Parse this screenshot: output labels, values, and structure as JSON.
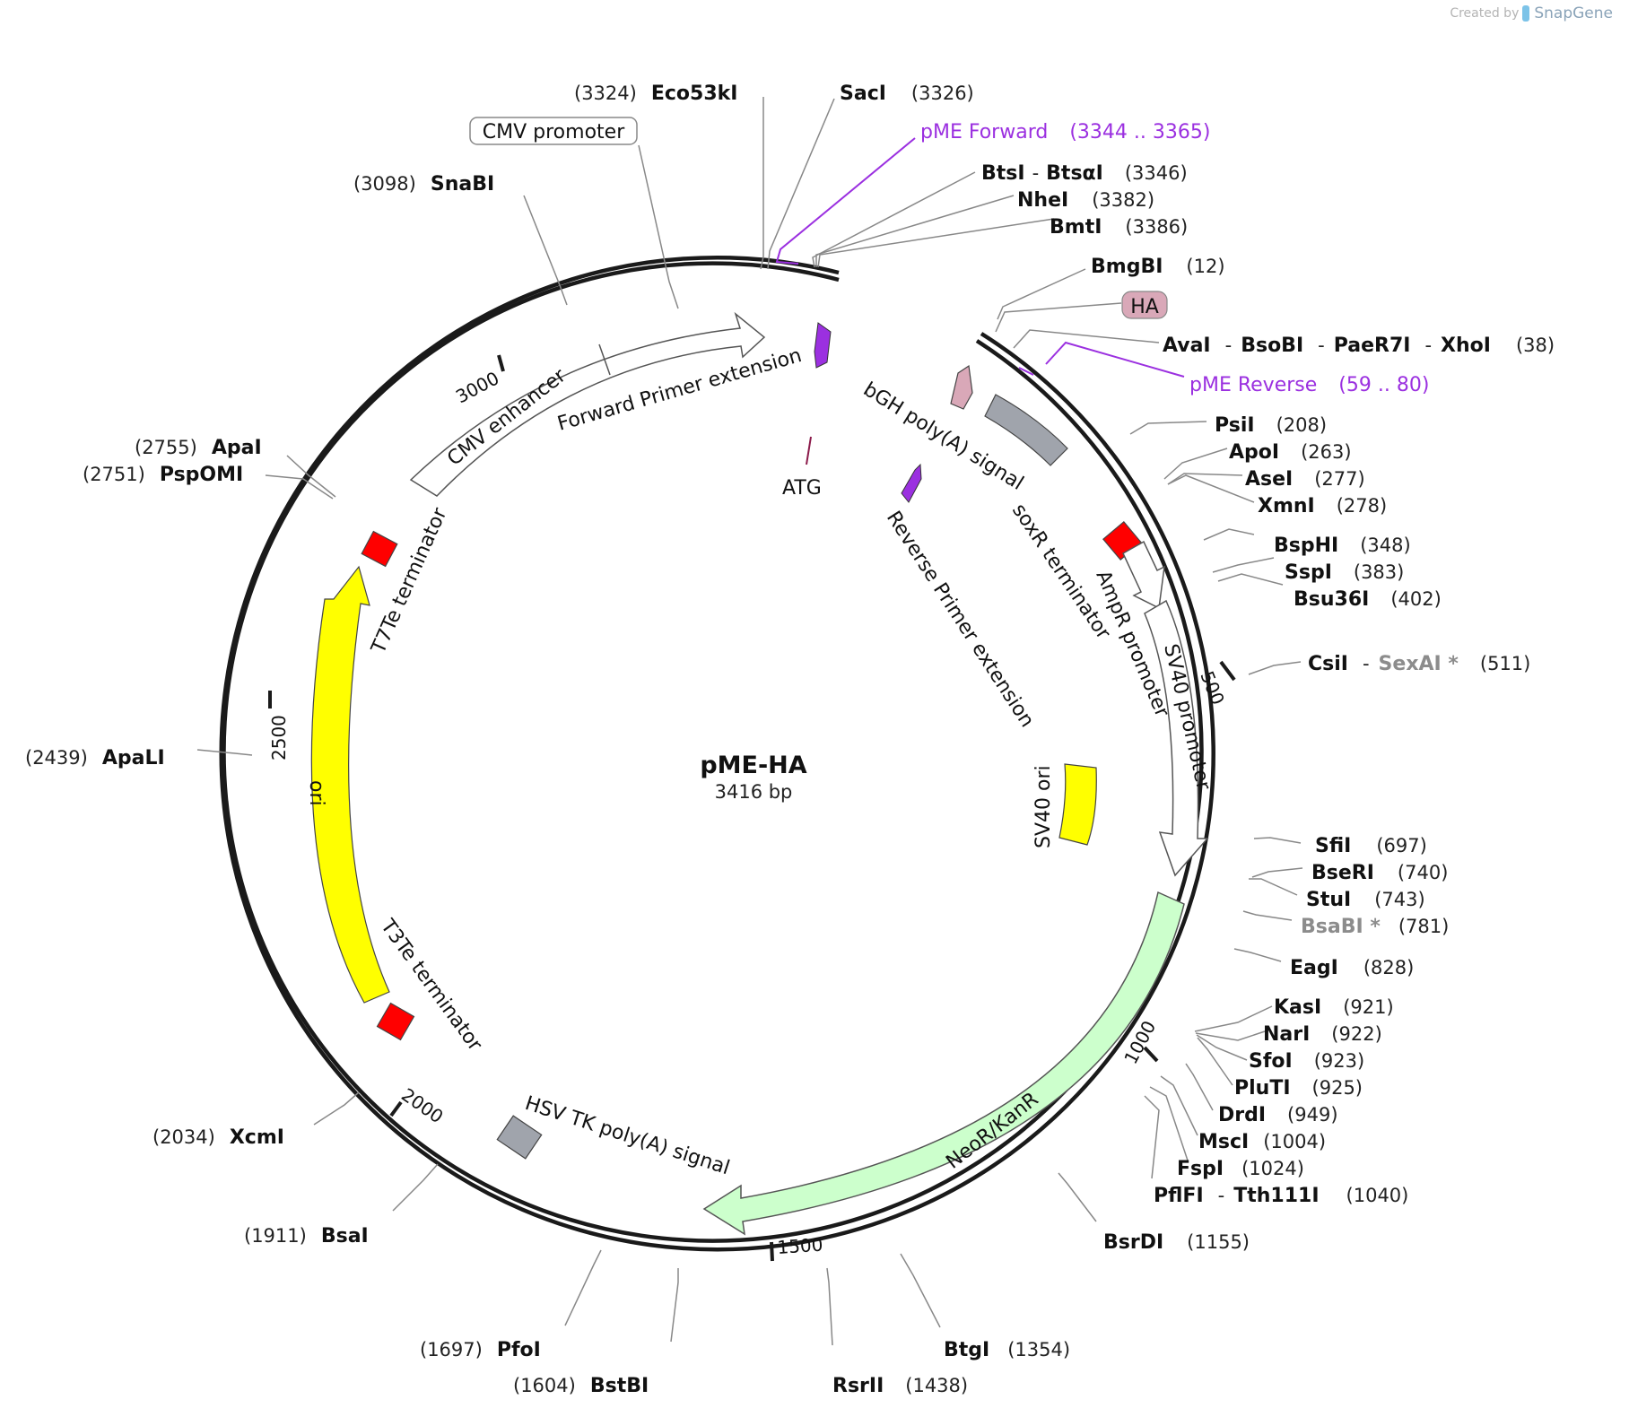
{
  "watermark": {
    "created_by": "Created by",
    "brand": "SnapGene"
  },
  "plasmid": {
    "name": "pME-HA",
    "length_label": "3416 bp",
    "length": 3416
  },
  "colors": {
    "primer": "#9b30e0",
    "ori": "#ffff00",
    "terminator": "#ff0000",
    "polyA": "#a0a4ac",
    "neo": "#ccffcc",
    "ha": "#d9a8b8"
  },
  "ticks": [
    "500",
    "1000",
    "1500",
    "2000",
    "2500",
    "3000"
  ],
  "features": {
    "cmv_enhancer": "CMV enhancer",
    "forward_primer_ext": "Forward Primer extension",
    "reverse_primer_ext": "Reverse Primer extension",
    "bgh": "bGH poly(A) signal",
    "soxr": "soxR terminator",
    "ampr": "AmpR promoter",
    "sv40_promoter": "SV40 promoter",
    "sv40_ori": "SV40 ori",
    "neo": "NeoR/KanR",
    "hsv": "HSV TK poly(A) signal",
    "t3te": "T3Te terminator",
    "ori": "ori",
    "t7te": "T7Te terminator",
    "atg": "ATG",
    "cmv_promoter": "CMV promoter",
    "ha": "HA"
  },
  "primers": [
    {
      "name": "pME Forward",
      "range": "(3344 .. 3365)"
    },
    {
      "name": "pME Reverse",
      "range": "(59 .. 80)"
    }
  ],
  "sites": [
    {
      "names": [
        "Eco53kI"
      ],
      "pos": "(3324)"
    },
    {
      "names": [
        "SacI"
      ],
      "pos": "(3326)"
    },
    {
      "names": [
        "BtsI",
        "BtsαI"
      ],
      "pos": "(3346)"
    },
    {
      "names": [
        "NheI"
      ],
      "pos": "(3382)"
    },
    {
      "names": [
        "BmtI"
      ],
      "pos": "(3386)"
    },
    {
      "names": [
        "BmgBI"
      ],
      "pos": "(12)"
    },
    {
      "names": [
        "AvaI",
        "BsoBI",
        "PaeR7I",
        "XhoI"
      ],
      "pos": "(38)"
    },
    {
      "names": [
        "PsiI"
      ],
      "pos": "(208)"
    },
    {
      "names": [
        "ApoI"
      ],
      "pos": "(263)"
    },
    {
      "names": [
        "AseI"
      ],
      "pos": "(277)"
    },
    {
      "names": [
        "XmnI"
      ],
      "pos": "(278)"
    },
    {
      "names": [
        "BspHI"
      ],
      "pos": "(348)"
    },
    {
      "names": [
        "SspI"
      ],
      "pos": "(383)"
    },
    {
      "names": [
        "Bsu36I"
      ],
      "pos": "(402)"
    },
    {
      "names": [
        "CsiI",
        "SexAI *"
      ],
      "pos": "(511)"
    },
    {
      "names": [
        "SfiI"
      ],
      "pos": "(697)"
    },
    {
      "names": [
        "BseRI"
      ],
      "pos": "(740)"
    },
    {
      "names": [
        "StuI"
      ],
      "pos": "(743)"
    },
    {
      "names": [
        "BsaBI *"
      ],
      "pos": "(781)"
    },
    {
      "names": [
        "EagI"
      ],
      "pos": "(828)"
    },
    {
      "names": [
        "KasI"
      ],
      "pos": "(921)"
    },
    {
      "names": [
        "NarI"
      ],
      "pos": "(922)"
    },
    {
      "names": [
        "SfoI"
      ],
      "pos": "(923)"
    },
    {
      "names": [
        "PluTI"
      ],
      "pos": "(925)"
    },
    {
      "names": [
        "DrdI"
      ],
      "pos": "(949)"
    },
    {
      "names": [
        "MscI"
      ],
      "pos": "(1004)"
    },
    {
      "names": [
        "FspI"
      ],
      "pos": "(1024)"
    },
    {
      "names": [
        "PflFI",
        "Tth111I"
      ],
      "pos": "(1040)"
    },
    {
      "names": [
        "BsrDI"
      ],
      "pos": "(1155)"
    },
    {
      "names": [
        "BtgI"
      ],
      "pos": "(1354)"
    },
    {
      "names": [
        "RsrII"
      ],
      "pos": "(1438)"
    },
    {
      "names": [
        "BstBI"
      ],
      "pos": "(1604)"
    },
    {
      "names": [
        "PfoI"
      ],
      "pos": "(1697)"
    },
    {
      "names": [
        "BsaI"
      ],
      "pos": "(1911)"
    },
    {
      "names": [
        "XcmI"
      ],
      "pos": "(2034)"
    },
    {
      "names": [
        "ApaLI"
      ],
      "pos": "(2439)"
    },
    {
      "names": [
        "PspOMI"
      ],
      "pos": "(2751)"
    },
    {
      "names": [
        "ApaI"
      ],
      "pos": "(2755)"
    },
    {
      "names": [
        "SnaBI"
      ],
      "pos": "(3098)"
    }
  ]
}
